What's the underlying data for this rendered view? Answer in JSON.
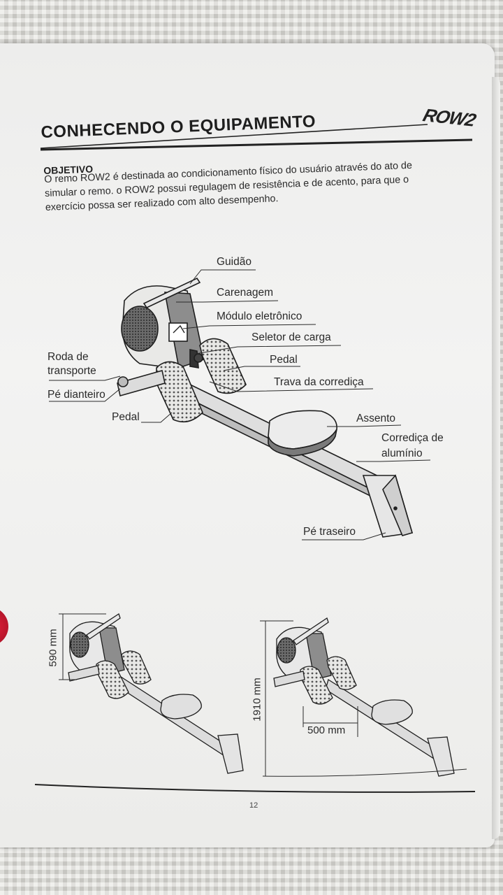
{
  "header": {
    "title": "CONHECENDO O EQUIPAMENTO",
    "logo": "ROW2"
  },
  "objetivo": {
    "heading": "OBJETIVO",
    "lines": [
      "O remo ROW2 é destinada ao condicionamento físico do usuário através do ato de",
      "simular o remo. o ROW2 possui regulagem de resistência e de acento, para que o",
      "exercício possa ser realizado com alto desempenho."
    ]
  },
  "diagram": {
    "labels": {
      "guidao": "Guidão",
      "carenagem": "Carenagem",
      "modulo": "Módulo eletrônico",
      "seletor": "Seletor de carga",
      "pedal_right": "Pedal",
      "trava": "Trava da corrediça",
      "roda_line1": "Roda de",
      "roda_line2": "transporte",
      "pe_dianteiro": "Pé dianteiro",
      "pedal_left": "Pedal",
      "assento": "Assento",
      "corredica_line1": "Corrediça de",
      "corredica_line2": "alumínio",
      "pe_traseiro": "Pé traseiro"
    }
  },
  "dimensions": {
    "height": "590 mm",
    "length": "1910 mm",
    "travel": "500 mm"
  },
  "footer": {
    "page_number": "12"
  },
  "icons": {
    "logo": "row2-logo-icon",
    "rower": "rowing-machine-icon"
  }
}
